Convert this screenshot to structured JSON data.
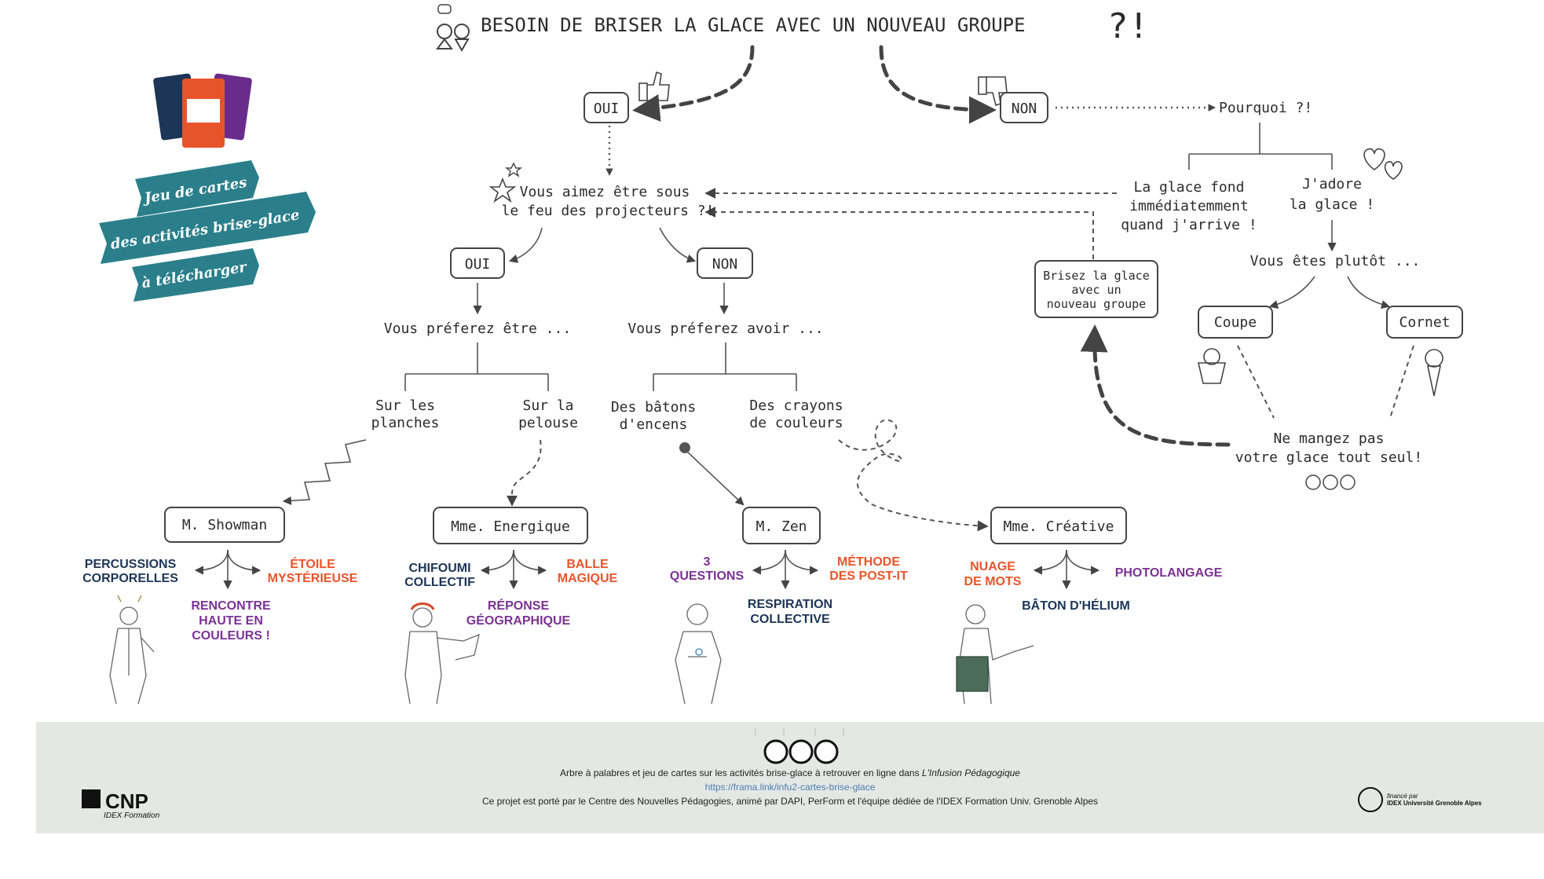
{
  "title": "BESOIN DE BRISER LA GLACE AVEC UN NOUVEAU GROUPE",
  "title_mark": "?!",
  "yes1": "OUI",
  "no1": "NON",
  "why": "Pourquoi ?!",
  "reason_a": [
    "La glace fond",
    "immédiatemment",
    "quand j'arrive !"
  ],
  "reason_b": [
    "J'adore",
    "la glace !"
  ],
  "spotlight": [
    "Vous aimez être sous",
    "le feu des projecteurs ?!"
  ],
  "break_box": [
    "Brisez la glace",
    "avec un",
    "nouveau groupe"
  ],
  "rather": "Vous êtes plutôt ...",
  "cup": "Coupe",
  "cone": "Cornet",
  "dont_eat": [
    "Ne mangez pas",
    "votre glace tout seul!"
  ],
  "yes2": "OUI",
  "no2": "NON",
  "prefer_be": "Vous préferez être ...",
  "prefer_have": "Vous préferez avoir ...",
  "boards": [
    "Sur les",
    "planches"
  ],
  "lawn": [
    "Sur la",
    "pelouse"
  ],
  "incense": [
    "Des bâtons",
    "d'encens"
  ],
  "crayons": [
    "Des crayons",
    "de couleurs"
  ],
  "profiles": [
    {
      "name": "M. Showman",
      "left": [
        "PERCUSSIONS",
        "CORPORELLES"
      ],
      "right": [
        "ÉTOILE",
        "MYSTÉRIEUSE"
      ],
      "bottom": [
        "RENCONTRE",
        "HAUTE EN",
        "COULEURS !"
      ]
    },
    {
      "name": "Mme. Energique",
      "left": [
        "CHIFOUMI",
        "COLLECTIF"
      ],
      "right": [
        "BALLE",
        "MAGIQUE"
      ],
      "bottom": [
        "RÉPONSE",
        "GÉOGRAPHIQUE"
      ]
    },
    {
      "name": "M. Zen",
      "left": [
        "3",
        "QUESTIONS"
      ],
      "right": [
        "MÉTHODE",
        "DES POST-IT"
      ],
      "bottom": [
        "RESPIRATION",
        "COLLECTIVE"
      ]
    },
    {
      "name": "Mme. Créative",
      "left": [
        "NUAGE",
        "DE MOTS"
      ],
      "right": [
        "PHOTOLANGAGE"
      ],
      "bottom": [
        "BÂTON D'HÉLIUM"
      ]
    }
  ],
  "download": [
    "Jeu de cartes",
    "des activités brise-glace",
    "à télécharger"
  ],
  "footer": {
    "line1_a": "Arbre à palabres et jeu de cartes sur les activités brise-glace à retrouver en ligne dans ",
    "line1_b": "L'Infusion Pédagogique",
    "link": "https://frama.link/infu2-cartes-brise-glace",
    "line3": "Ce projet est porté par le Centre des Nouvelles Pédagogies, animé par DAPI, PerForm et l'équipe dédiée de l'IDEX Formation Univ. Grenoble Alpes",
    "cnp": "CNP",
    "cnp_sub": "IDEX Formation",
    "idex_small": "financé par",
    "idex": "IDEX Université Grenoble Alpes"
  },
  "colors": {
    "navy": "#1d3557",
    "orange": "#e8542a",
    "purple": "#7b3294",
    "teal": "#2a8591",
    "link": "#4a7fb0"
  }
}
